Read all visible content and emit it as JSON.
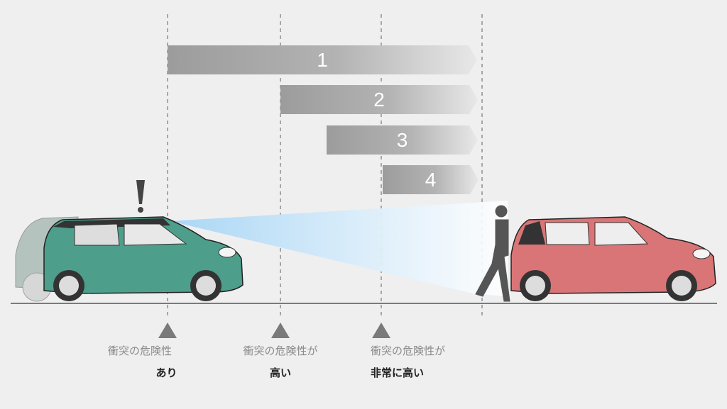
{
  "bars": [
    {
      "label": "1"
    },
    {
      "label": "2"
    },
    {
      "label": "3"
    },
    {
      "label": "4"
    }
  ],
  "markers": [
    {
      "line1": "衝突の危険性",
      "line2": "あり"
    },
    {
      "line1": "衝突の危険性が",
      "line2": "高い"
    },
    {
      "line1": "衝突の危険性が",
      "line2": "非常に高い"
    }
  ],
  "colors": {
    "background": "#efefef",
    "bar": "#9e9e9e",
    "marker": "#7a7a7a",
    "green_car": "#4e9e8c",
    "red_car": "#d97576",
    "beam": "#bfe3f7"
  },
  "icons": [
    "exclamation-icon",
    "pedestrian-icon",
    "car-icon"
  ]
}
